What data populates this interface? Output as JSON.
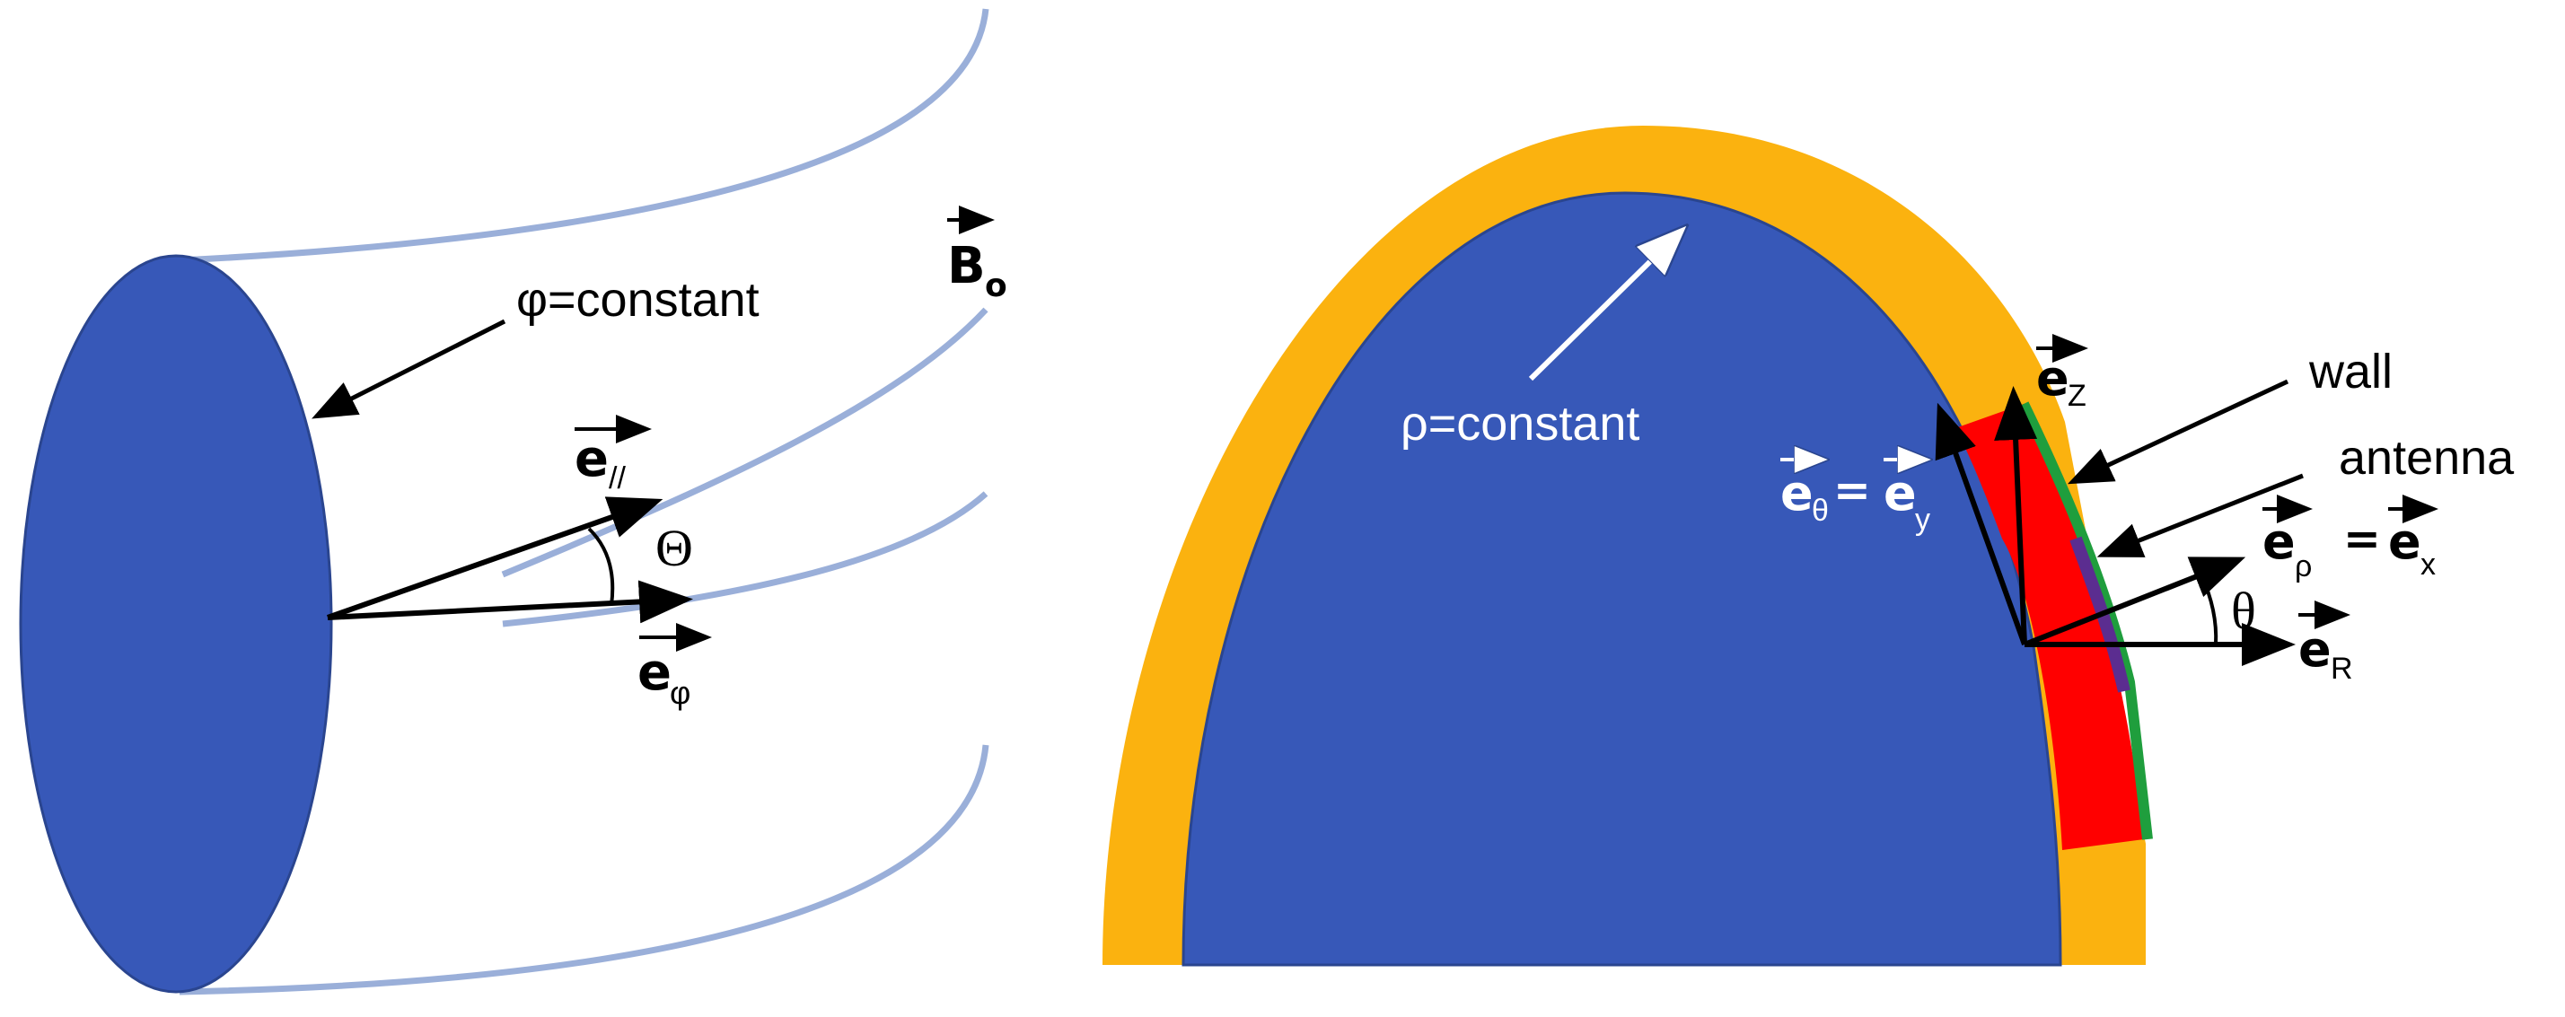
{
  "colors": {
    "plasma_blue": "#3758b8",
    "plasma_outline": "#2a458f",
    "field_line": "#9aafd9",
    "wall_orange": "#fbb20f",
    "antenna_box": "#ff0000",
    "wall_green": "#1f9e3d",
    "antenna_purple": "#5b2d90",
    "arrow": "#000000",
    "white": "#ffffff"
  },
  "left_panel": {
    "flux_surface_label": "φ=constant",
    "magnetic_field": {
      "base": "B",
      "sub": "o"
    },
    "parallel_vector": {
      "base": "e",
      "sub": "//"
    },
    "toroidal_vector": {
      "base": "e",
      "sub": "φ"
    },
    "angle_label": "Θ"
  },
  "right_panel": {
    "flux_surface_label": "ρ=constant",
    "wall_label": "wall",
    "antenna_label": "antenna",
    "ez_vector": {
      "base": "e",
      "sub": "Z"
    },
    "etheta_vector": {
      "base": "e",
      "sub": "θ",
      "equals": "=",
      "base2": "e",
      "sub2": "y"
    },
    "erho_vector": {
      "base": "e",
      "sub": "ρ",
      "equals": "=",
      "base2": "e",
      "sub2": "x"
    },
    "er_vector": {
      "base": "e",
      "sub": "R"
    },
    "angle_label": "θ"
  }
}
